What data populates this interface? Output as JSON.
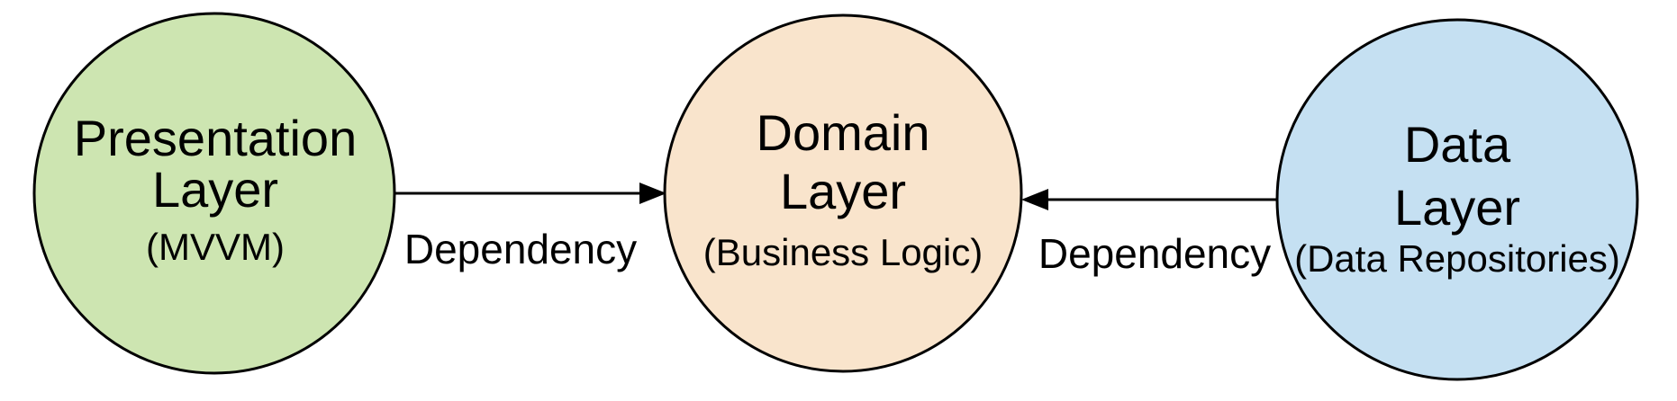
{
  "diagram": {
    "type": "architecture-layers",
    "nodes": [
      {
        "name": "Presentation Layer",
        "line1": "Presentation",
        "line2": "Layer",
        "sublabel": "(MVVM)",
        "fill": "#cde5b1"
      },
      {
        "name": "Domain Layer",
        "line1": "Domain",
        "line2": "Layer",
        "sublabel": "(Business Logic)",
        "fill": "#f9e4cc"
      },
      {
        "name": "Data Layer",
        "line1": "Data",
        "line2": "Layer",
        "sublabel": "(Data Repositories)",
        "fill": "#c5e0f2"
      }
    ],
    "edges": [
      {
        "label": "Dependency",
        "from": "Presentation Layer",
        "to": "Domain Layer"
      },
      {
        "label": "Dependency",
        "from": "Data Layer",
        "to": "Domain Layer"
      }
    ],
    "colors": {
      "edge_label_text": "#8fa2d4",
      "edge_line": "#000000",
      "node_outline": "#000000",
      "node_text": "#000000",
      "background": "#ffffff",
      "node_presentation_fill": "#cde5b1",
      "node_domain_fill": "#f9e4cc",
      "node_data_fill": "#c5e0f2"
    }
  }
}
